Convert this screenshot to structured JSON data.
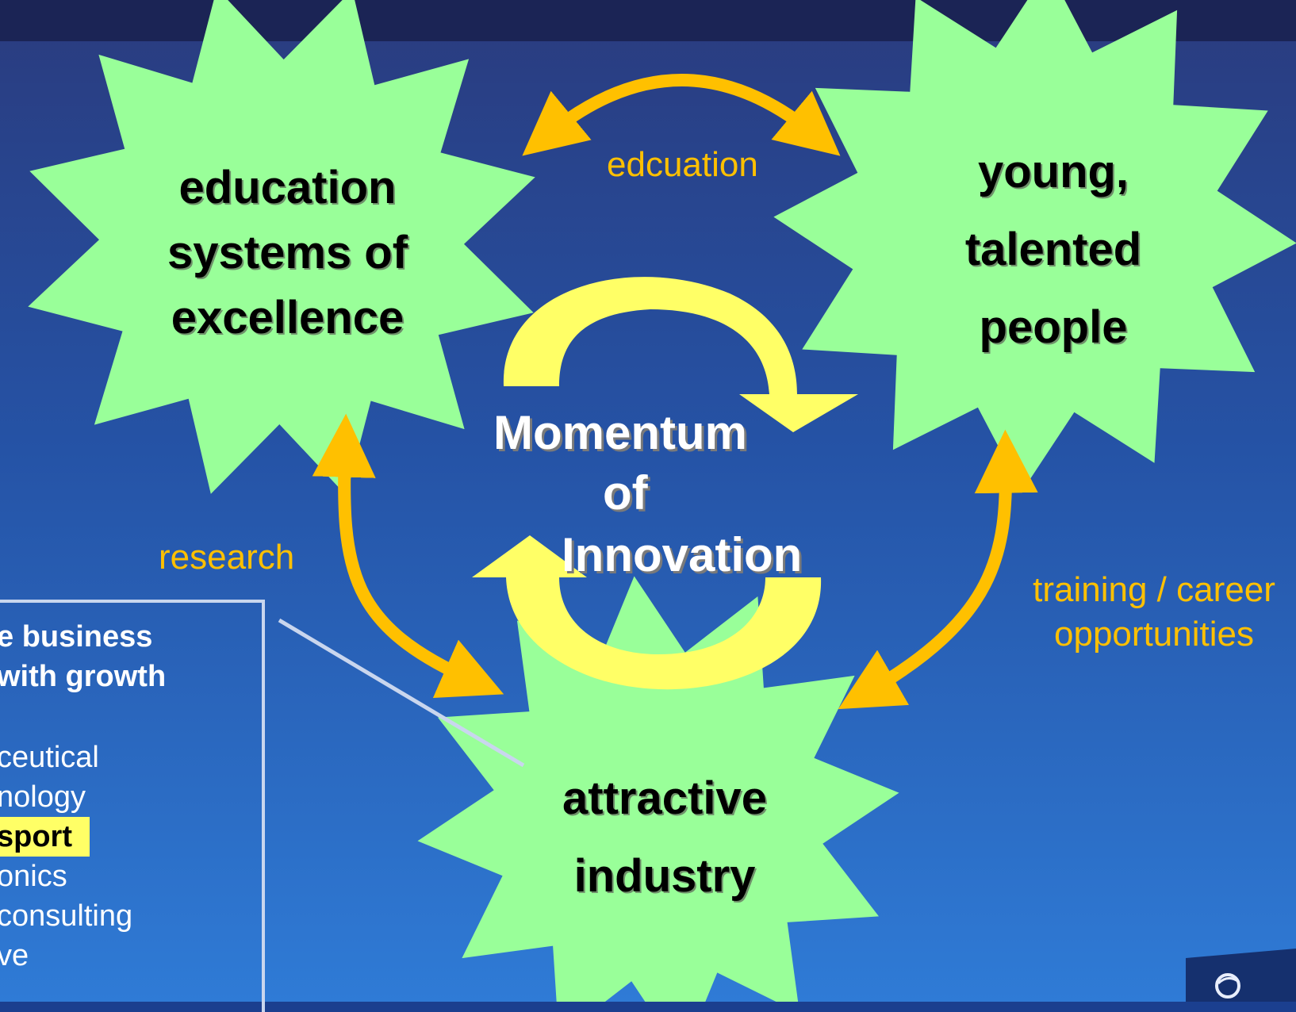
{
  "diagram": {
    "nodes": {
      "education": {
        "lines": [
          "education",
          "systems of",
          "excellence"
        ]
      },
      "people": {
        "lines": [
          "young,",
          "talented",
          "people"
        ]
      },
      "industry": {
        "lines": [
          "attractive",
          "industry"
        ]
      }
    },
    "center": {
      "lines": [
        "Momentum",
        "of",
        "Innovation"
      ]
    },
    "edges": {
      "top": "edcuation",
      "left": "research",
      "right": [
        "training / career",
        "opportunities"
      ]
    },
    "colors": {
      "burst": "#99ff99",
      "arrow": "#ffc000",
      "cycle": "#ffff66",
      "label": "#ffc000"
    }
  },
  "side_panel": {
    "heading": [
      "e business",
      "with growth"
    ],
    "sectors": [
      "ceutical",
      "nology",
      "sport",
      "onics",
      "consulting",
      "ve"
    ],
    "highlighted_index": 2
  },
  "logo": {
    "icon": "company-logo-icon"
  }
}
